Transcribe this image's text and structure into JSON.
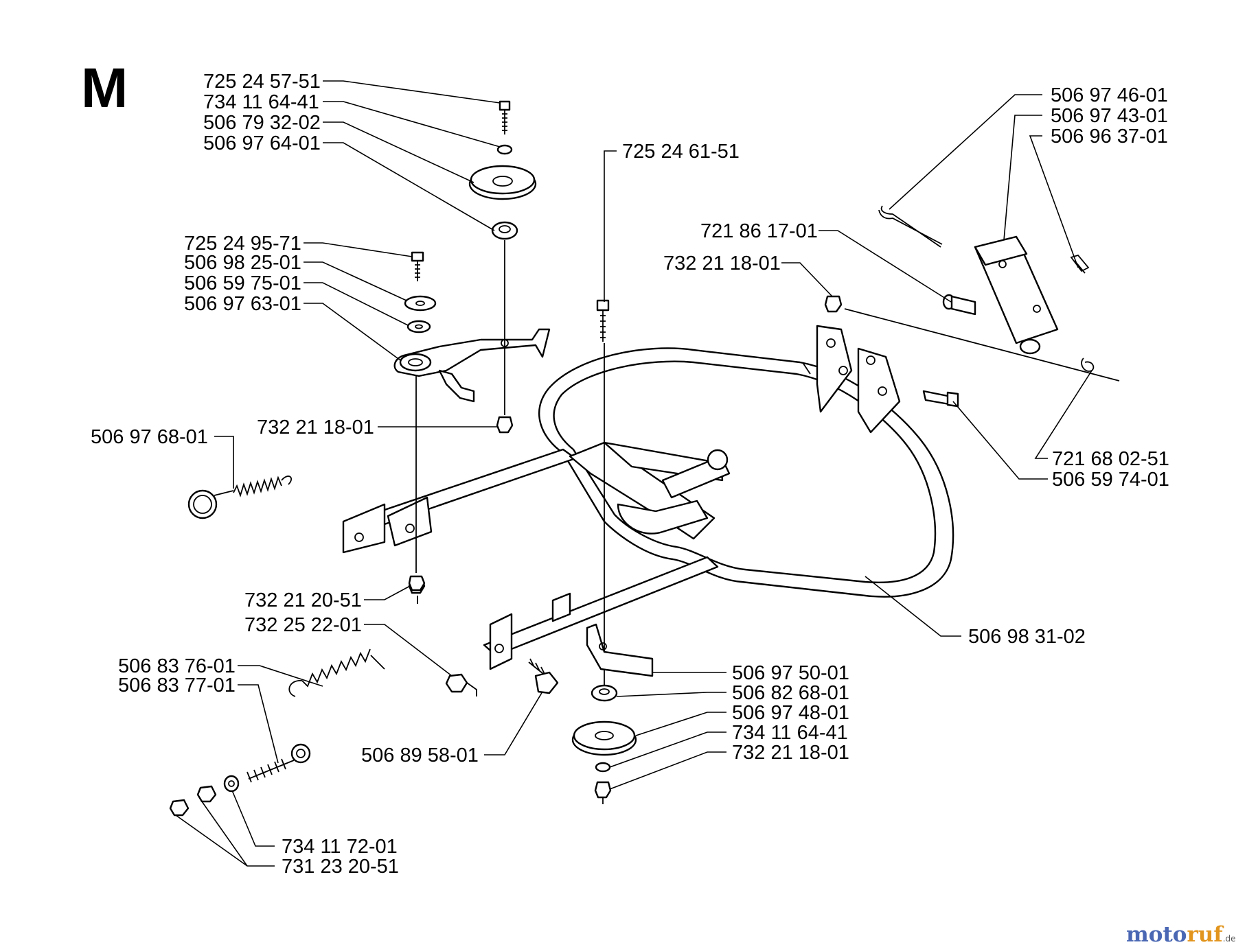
{
  "section_letter": "M",
  "labels": {
    "l01": "725 24 57-51",
    "l02": "734 11 64-41",
    "l03": "506 79 32-02",
    "l04": "506 97 64-01",
    "l05": "725 24 95-71",
    "l06": "506 98 25-01",
    "l07": "506 59 75-01",
    "l08": "506 97 63-01",
    "l09": "732 21 18-01",
    "l10": "506 97 68-01",
    "l11": "732 21 20-51",
    "l12": "732 25 22-01",
    "l13": "506 83 76-01",
    "l14": "506 83 77-01",
    "l15": "506 89 58-01",
    "l16": "734 11 72-01",
    "l17": "731 23 20-51",
    "l18": "725 24 61-51",
    "l19": "721 86 17-01",
    "l20": "732 21 18-01",
    "l21": "506 97 46-01",
    "l22": "506 97 43-01",
    "l23": "506 96 37-01",
    "l24": "721 68 02-51",
    "l25": "506 59 74-01",
    "l26": "506 98 31-02",
    "l27": "506 97 50-01",
    "l28": "506 82 68-01",
    "l29": "506 97 48-01",
    "l30": "734 11 64-41",
    "l31": "732 21 18-01"
  },
  "watermark": {
    "part1": "moto",
    "part2": "ruf",
    "suffix": ".de"
  }
}
